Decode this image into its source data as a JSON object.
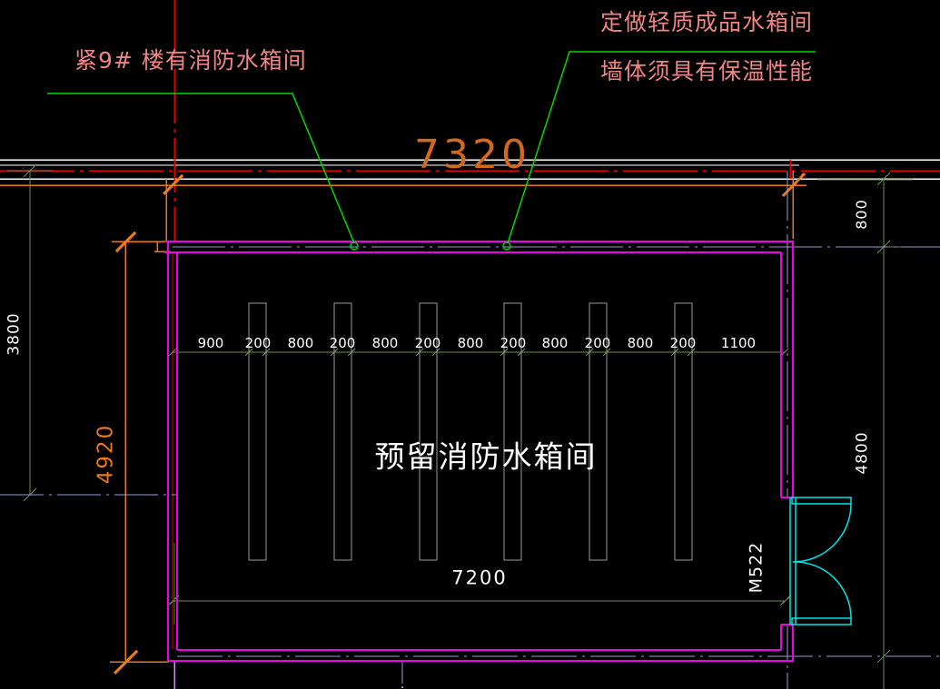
{
  "annotations": {
    "note_left": "紧9# 楼有消防水箱间",
    "note_right_line1": "定做轻质成品水箱间",
    "note_right_line2": "墙体须具有保温性能"
  },
  "room": {
    "name": "预留消防水箱间",
    "door_code": "M522"
  },
  "dimensions": {
    "overall_width_top": "7320",
    "left_upper": "3800",
    "left_room_height": "4920",
    "right_upper": "800",
    "right_room_height": "4800",
    "room_width_bottom": "7200",
    "top_row": [
      "900",
      "200",
      "800",
      "200",
      "800",
      "200",
      "800",
      "200",
      "800",
      "200",
      "800",
      "200",
      "1100"
    ]
  },
  "colors": {
    "wall_magenta": "#ee00ee",
    "axis_red": "#e80000",
    "dimension_orange": "#e8791c",
    "dimension_olive": "#708c58",
    "leader_green": "#00d900",
    "centerline_blue": "#9a9ad8",
    "door_cyan": "#00e5e5",
    "column_gray": "#9a9a9a",
    "note_pink": "#ef8484",
    "text_white": "#ffffff",
    "background": "#000000"
  }
}
